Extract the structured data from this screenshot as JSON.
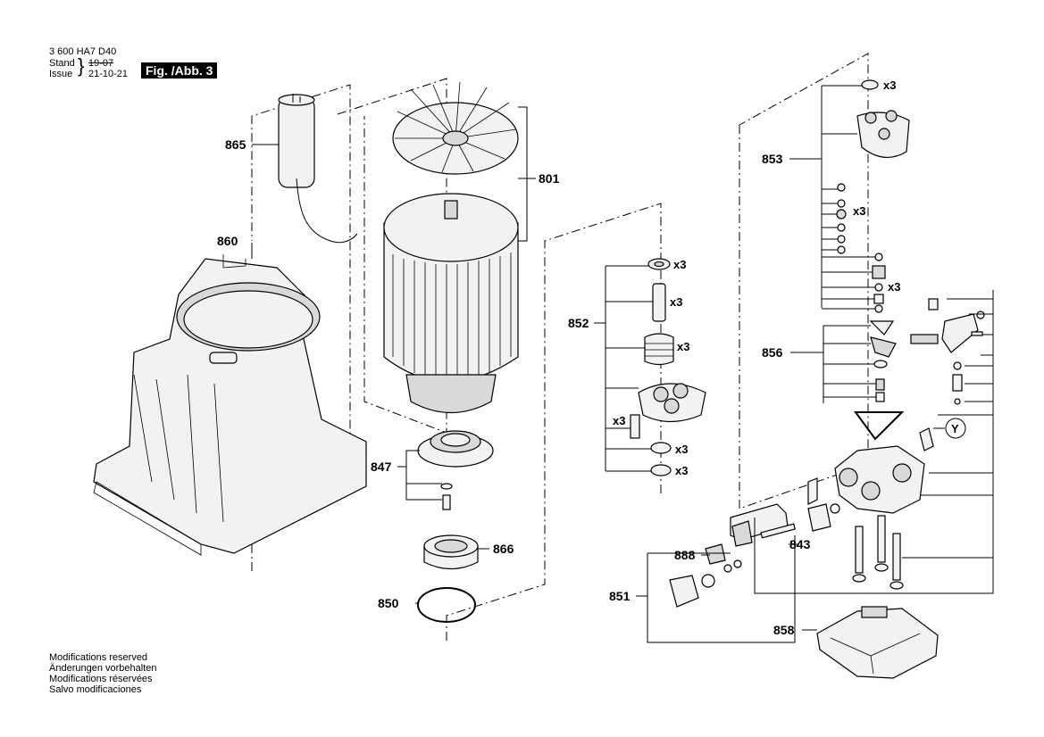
{
  "header": {
    "doc_number": "3 600 HA7 D40",
    "stand_label": "Stand",
    "issue_label": "Issue",
    "stand_value": "19-07",
    "issue_value": "21-10-21",
    "figure_badge": "Fig. /Abb. 3"
  },
  "footer_notes": [
    "Modifications reserved",
    "Änderungen vorbehalten",
    "Modifications réservées",
    "Salvo modificaciones"
  ],
  "parts": {
    "p865": "865",
    "p860": "860",
    "p801": "801",
    "p847": "847",
    "p866": "866",
    "p850": "850",
    "p852": "852",
    "p853": "853",
    "p856": "856",
    "p851": "851",
    "p888": "888",
    "p843": "843",
    "p858": "858",
    "pY": "Y"
  },
  "quantities": {
    "x3": "x3"
  }
}
